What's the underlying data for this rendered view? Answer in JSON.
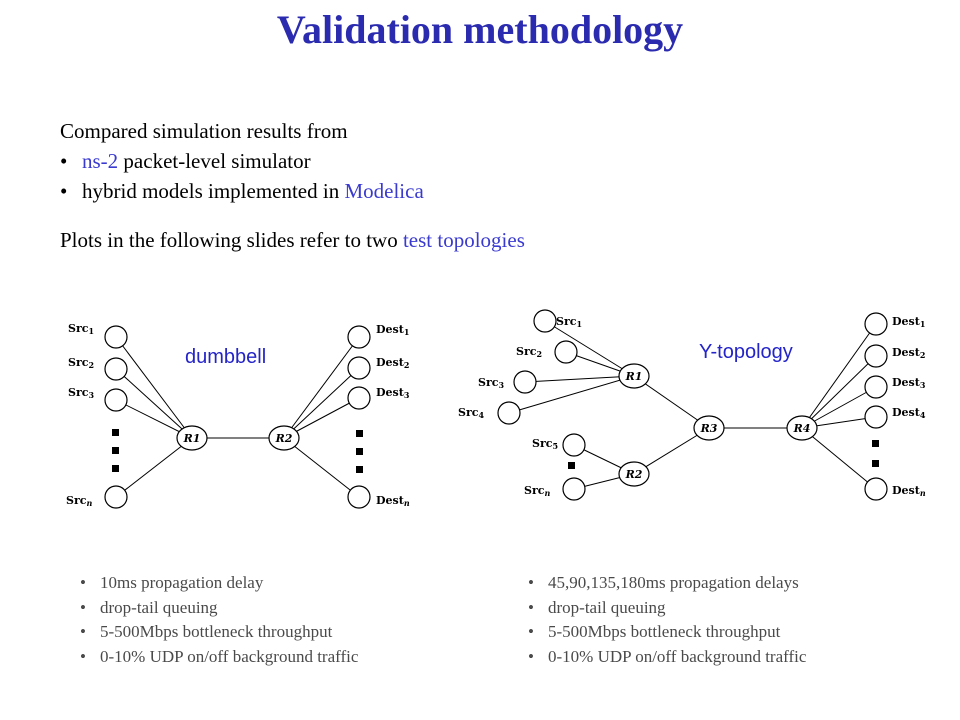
{
  "title": "Validation methodology",
  "intro": {
    "lead": "Compared simulation results from",
    "bullets": [
      {
        "highlight": "ns-2",
        "rest": " packet-level simulator"
      },
      {
        "prefix": "hybrid models implemented in ",
        "highlight": "Modelica"
      }
    ],
    "plots_prefix": "Plots in the following slides refer to two ",
    "plots_highlight": "test topologies"
  },
  "colors": {
    "title": "#2b2bb0",
    "highlight": "#3a3ad0",
    "topology_label": "#2424c8"
  },
  "dumbbell": {
    "label": "dumbbell",
    "sources": [
      "Src",
      "Src",
      "Src",
      "Src"
    ],
    "source_subs": [
      "1",
      "2",
      "3",
      "n"
    ],
    "dests": [
      "Dest",
      "Dest",
      "Dest",
      "Dest"
    ],
    "dest_subs": [
      "1",
      "2",
      "3",
      "n"
    ],
    "routers": [
      "R1",
      "R2"
    ]
  },
  "ytopology": {
    "label": "Y-topology",
    "sources": [
      "Src",
      "Src",
      "Src",
      "Src",
      "Src",
      "Src"
    ],
    "source_subs": [
      "1",
      "2",
      "3",
      "4",
      "5",
      "n"
    ],
    "dests": [
      "Dest",
      "Dest",
      "Dest",
      "Dest",
      "Dest"
    ],
    "dest_subs": [
      "1",
      "2",
      "3",
      "4",
      "n"
    ],
    "routers": [
      "R1",
      "R2",
      "R3",
      "R4"
    ]
  },
  "props_left": [
    "10ms propagation delay",
    "drop-tail queuing",
    "5-500Mbps bottleneck throughput",
    "0-10% UDP on/off background traffic"
  ],
  "props_right": [
    "45,90,135,180ms propagation delays",
    "drop-tail queuing",
    "5-500Mbps bottleneck throughput",
    "0-10% UDP on/off background traffic"
  ]
}
